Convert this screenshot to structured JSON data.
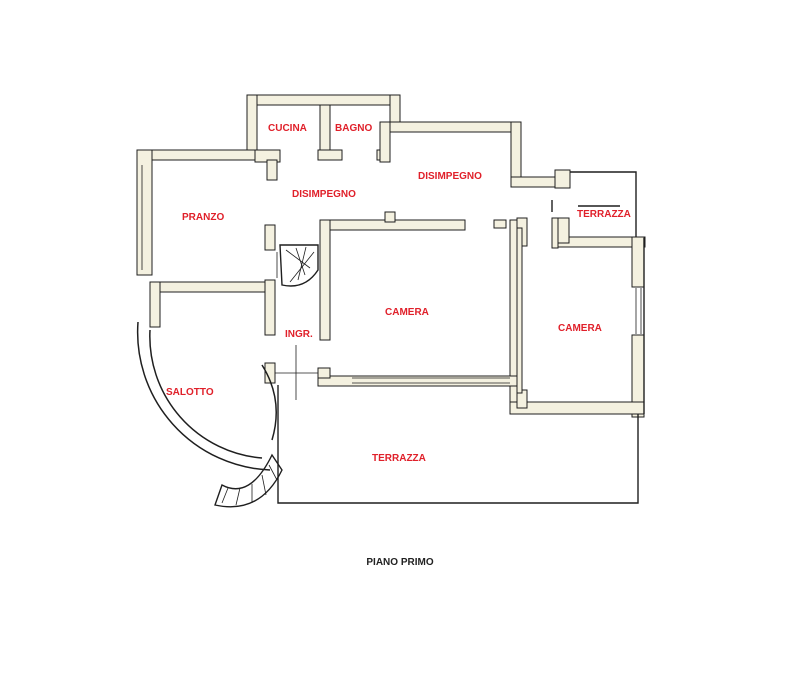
{
  "colors": {
    "wall_fill": "#f4f1e0",
    "wall_stroke": "#1f1f1f",
    "label": "#e0202a",
    "caption": "#222222",
    "background": "#ffffff"
  },
  "rooms": {
    "cucina": "CUCINA",
    "bagno": "BAGNO",
    "disimpegno_left": "DISIMPEGNO",
    "disimpegno_right": "DISIMPEGNO",
    "terrazza_small": "TERRAZZA",
    "pranzo": "PRANZO",
    "camera_center": "CAMERA",
    "camera_right": "CAMERA",
    "ingresso": "INGR.",
    "salotto": "SALOTTO",
    "terrazza_large": "TERRAZZA"
  },
  "caption": "PIANO PRIMO"
}
